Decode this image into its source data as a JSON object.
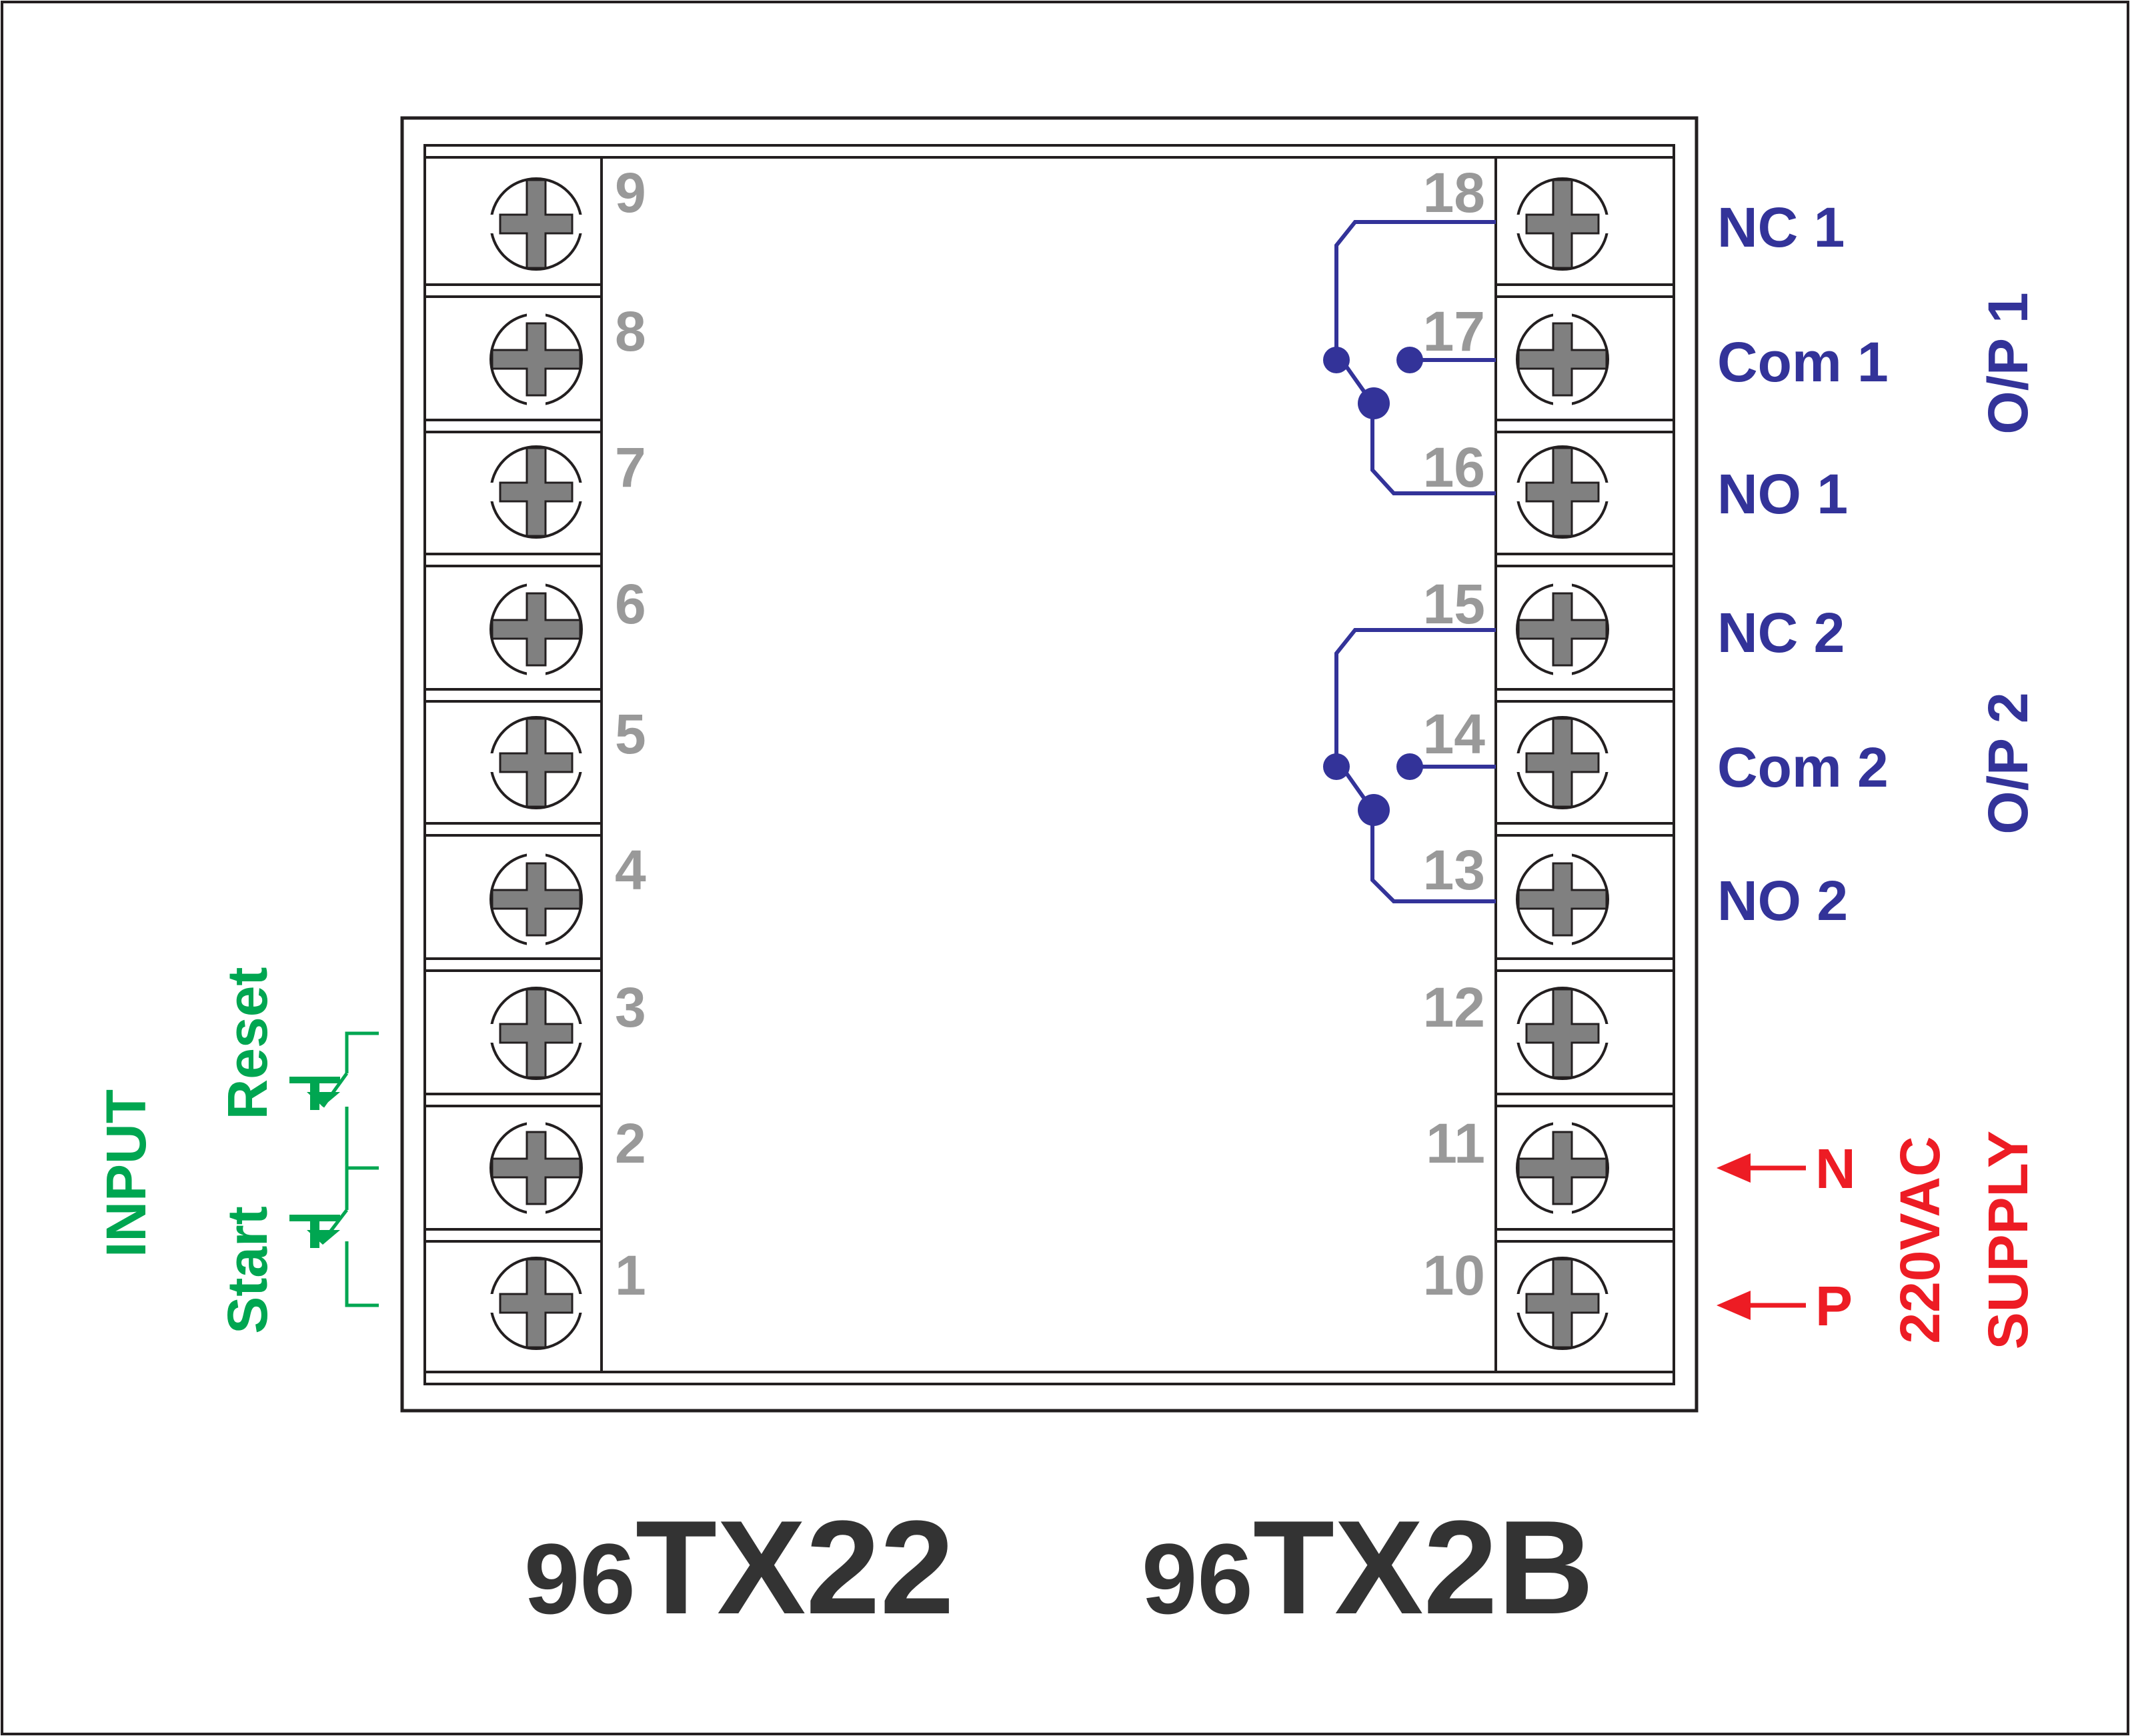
{
  "terminals": {
    "left": [
      "9",
      "8",
      "7",
      "6",
      "5",
      "4",
      "3",
      "2",
      "1"
    ],
    "right": [
      "18",
      "17",
      "16",
      "15",
      "14",
      "13",
      "12",
      "11",
      "10"
    ]
  },
  "outputs": {
    "nc1": "NC 1",
    "com1": "Com 1",
    "no1": "NO 1",
    "nc2": "NC 2",
    "com2": "Com 2",
    "no2": "NO 2",
    "op1": "O/P 1",
    "op2": "O/P 2"
  },
  "input": {
    "title": "INPUT",
    "reset": "Reset",
    "start": "Start"
  },
  "supply": {
    "n": "N",
    "p": "P",
    "voltage": "220VAC",
    "title": "SUPPLY"
  },
  "models": [
    {
      "prefix": "96",
      "suffix": "TX22"
    },
    {
      "prefix": "96",
      "suffix": "TX2B"
    }
  ],
  "colors": {
    "terminal_number": "#999999",
    "relay_wiring": "#333399",
    "input_wiring": "#00a651",
    "supply": "#ed1c24",
    "model_text": "#333333"
  }
}
